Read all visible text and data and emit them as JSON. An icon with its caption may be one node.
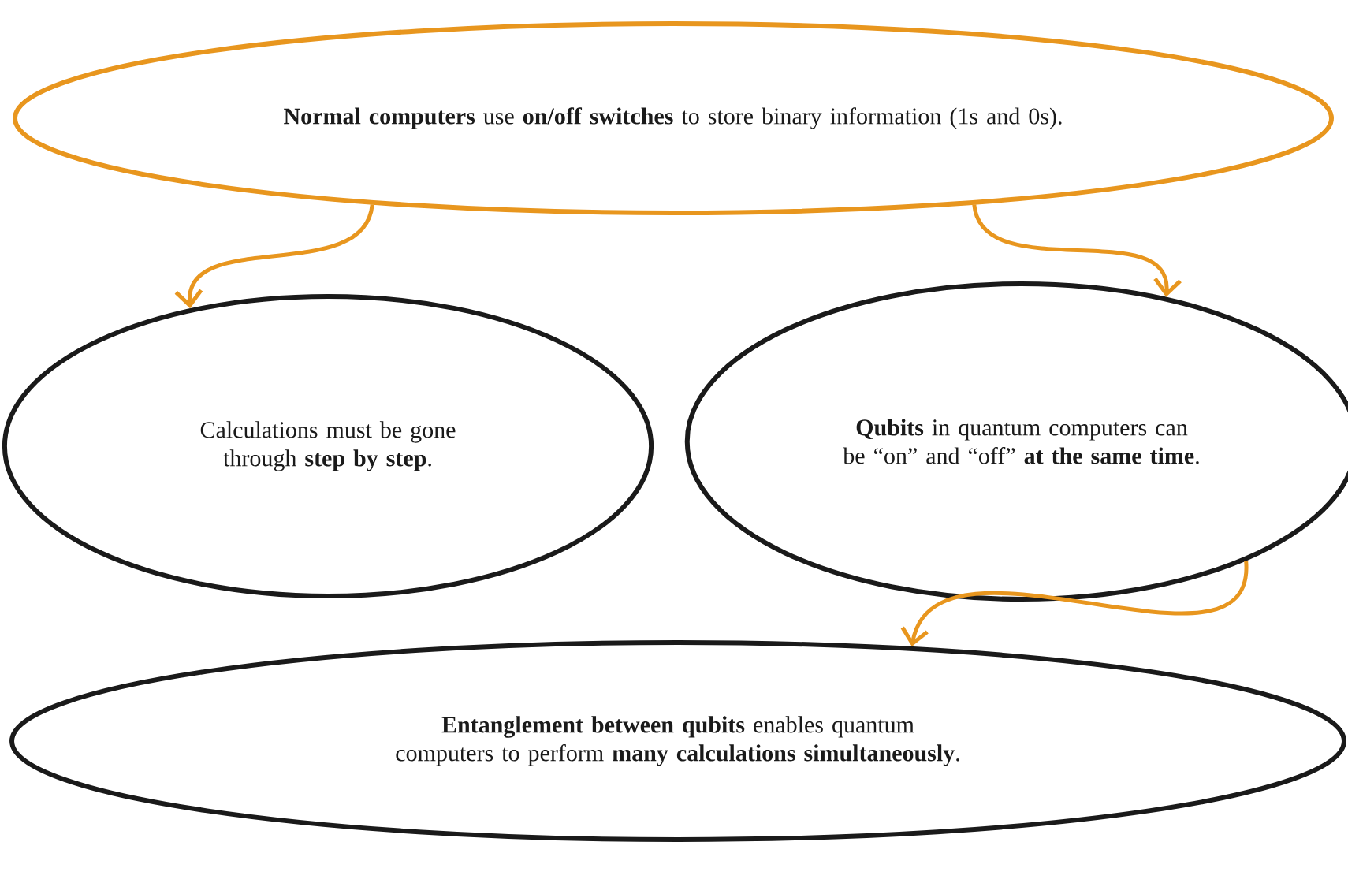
{
  "diagram": {
    "nodes": [
      {
        "text": [
          "**Normal computers** use **on/off switches** to store binary information (1s and 0s)."
        ]
      },
      {
        "text": [
          "Calculations must be gone through **step by step**."
        ]
      },
      {
        "text": [
          "**Qubits** in quantum computers can be “on” and “off” **at the same time**."
        ]
      },
      {
        "text": [
          "**Entanglement between qubits** enables quantum computers to perform **many calculations simultaneously**."
        ]
      }
    ],
    "edges": [
      {
        "from": 0,
        "to": 1,
        "arrow": "to"
      },
      {
        "from": 0,
        "to": 2,
        "arrow": "to"
      },
      {
        "from": 2,
        "to": 3,
        "arrow": "to"
      }
    ]
  }
}
